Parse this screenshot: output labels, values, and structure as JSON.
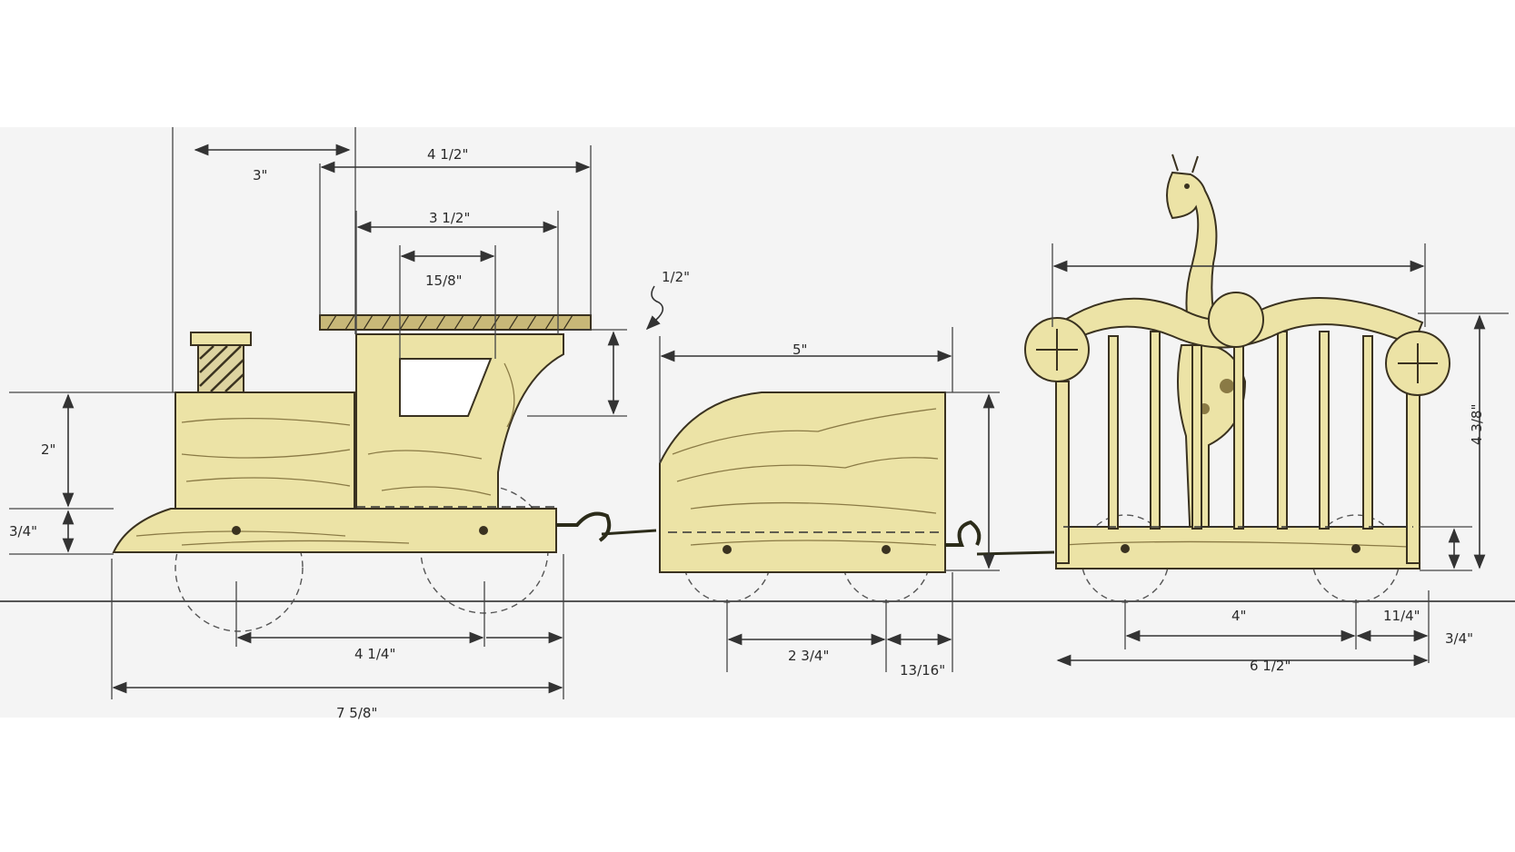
{
  "dimensions": {
    "loco_offset": "3\"",
    "roof_width": "4 1/2\"",
    "cab_width": "3 1/2\"",
    "window_width": "15/8\"",
    "roof_thickness": "1/2\"",
    "boiler_height": "2\"",
    "chassis_height": "3/4\"",
    "loco_axle_spacing": "4 1/4\"",
    "loco_length": "7 5/8\"",
    "tender_length": "5\"",
    "tender_axle_spacing": "2 3/4\"",
    "tender_axle_offset": "13/16\"",
    "cage_height": "4 3/8\"",
    "cage_axle_spacing": "4\"",
    "cage_axle_offset": "11/4\"",
    "cage_length": "6 1/2\"",
    "cage_base": "3/4\""
  },
  "colors": {
    "wood": "#ece3a6",
    "ink": "#3a3220",
    "paper": "#f4f4f4"
  }
}
